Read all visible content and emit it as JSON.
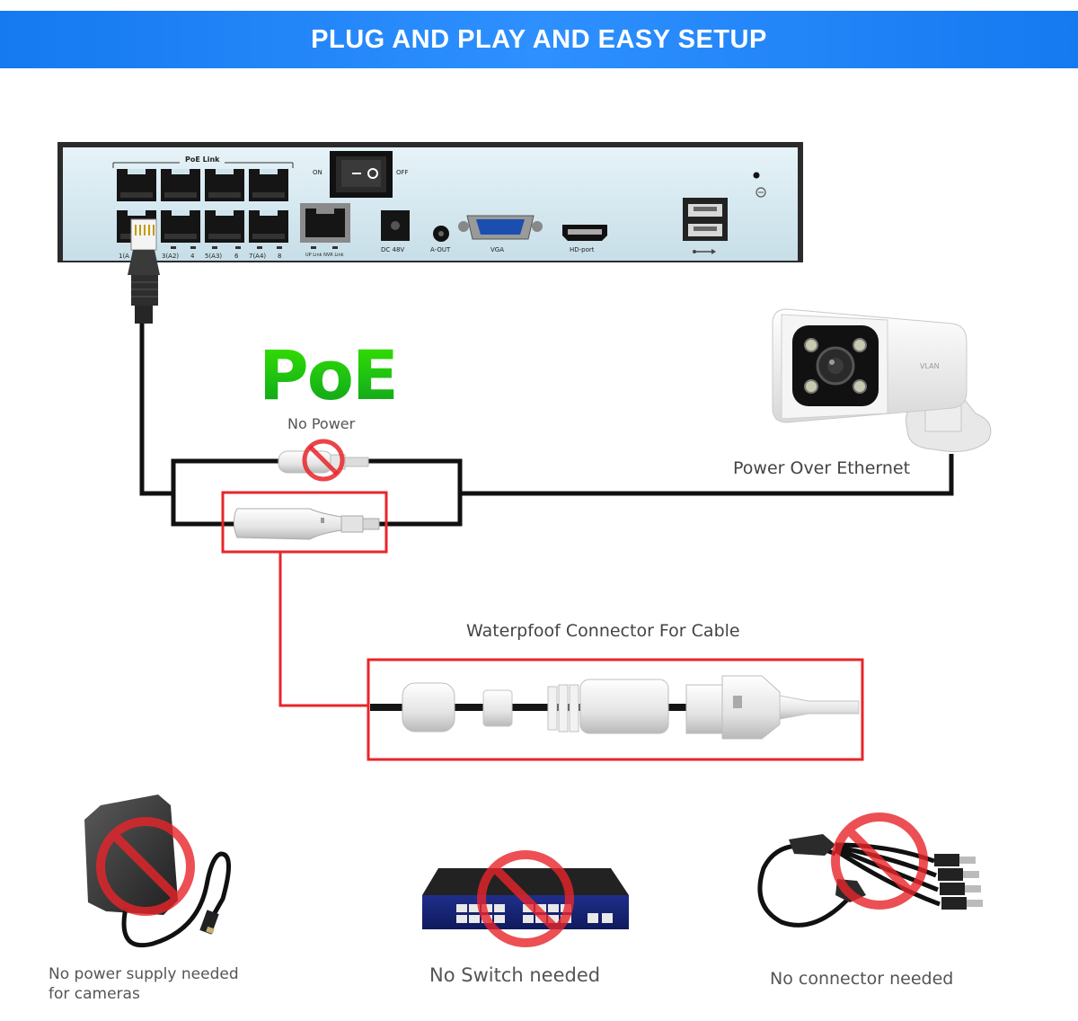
{
  "banner": {
    "title": "PLUG AND PLAY AND EASY SETUP",
    "color": "#1e82f5"
  },
  "nvr": {
    "poe_link": "PoE Link",
    "switch_on": "ON",
    "switch_off": "OFF",
    "port_labels": [
      "1(A",
      "3(A2)",
      "4",
      "5(A3)",
      "6",
      "7(A4)",
      "8"
    ],
    "uplink": "UP Link  NVR Link",
    "dc": "DC 48V",
    "aout": "A-OUT",
    "vga": "VGA",
    "hdmi": "HD-port"
  },
  "poe": {
    "logo": "PoE",
    "no_power": "No Power"
  },
  "camera": {
    "label": "Power Over Ethernet",
    "brand": "VLAN"
  },
  "connector": {
    "label": "Waterpfoof Connector For Cable"
  },
  "bottom": {
    "power_supply": [
      "No power supply needed",
      "for cameras"
    ],
    "switch": "No Switch needed",
    "splitter": "No connector needed"
  },
  "colors": {
    "accent_red": "#e8252a",
    "wire": "#111111",
    "poe_green": "#22c414"
  }
}
